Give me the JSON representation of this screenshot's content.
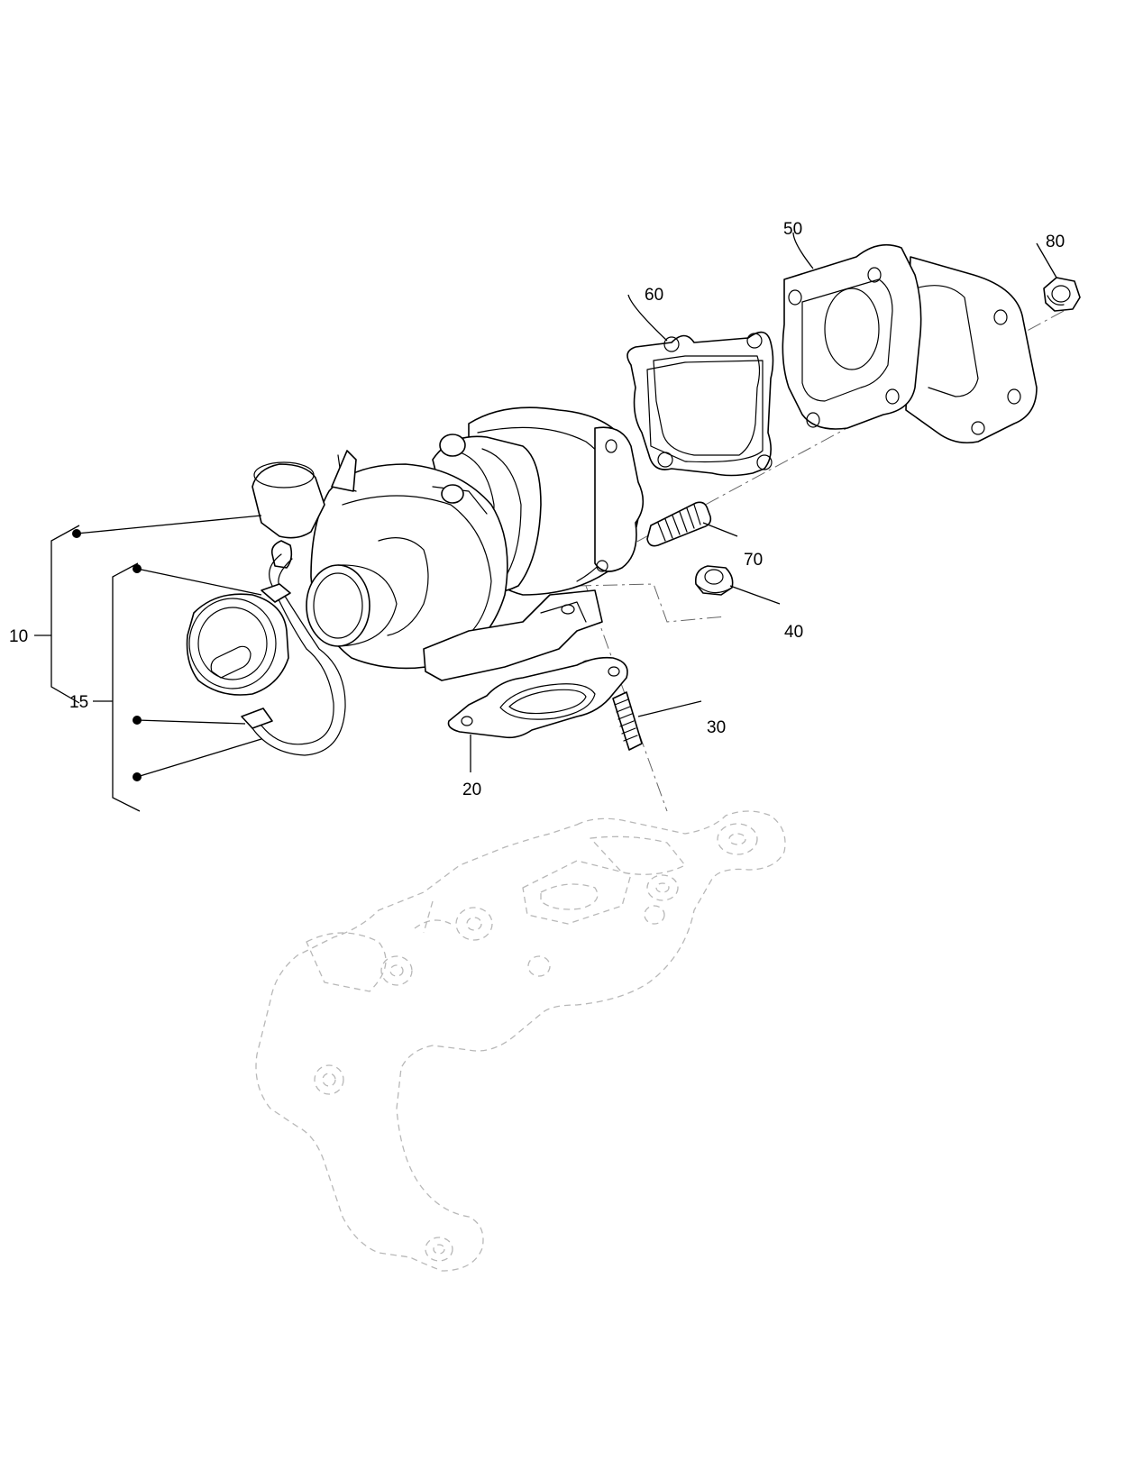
{
  "callouts": {
    "c10": "10",
    "c15": "15",
    "c20": "20",
    "c30": "30",
    "c40": "40",
    "c50": "50",
    "c60": "60",
    "c70": "70",
    "c80": "80"
  },
  "colors": {
    "line": "#000000",
    "ghost_part": "#b8b8b8",
    "background": "#ffffff"
  }
}
